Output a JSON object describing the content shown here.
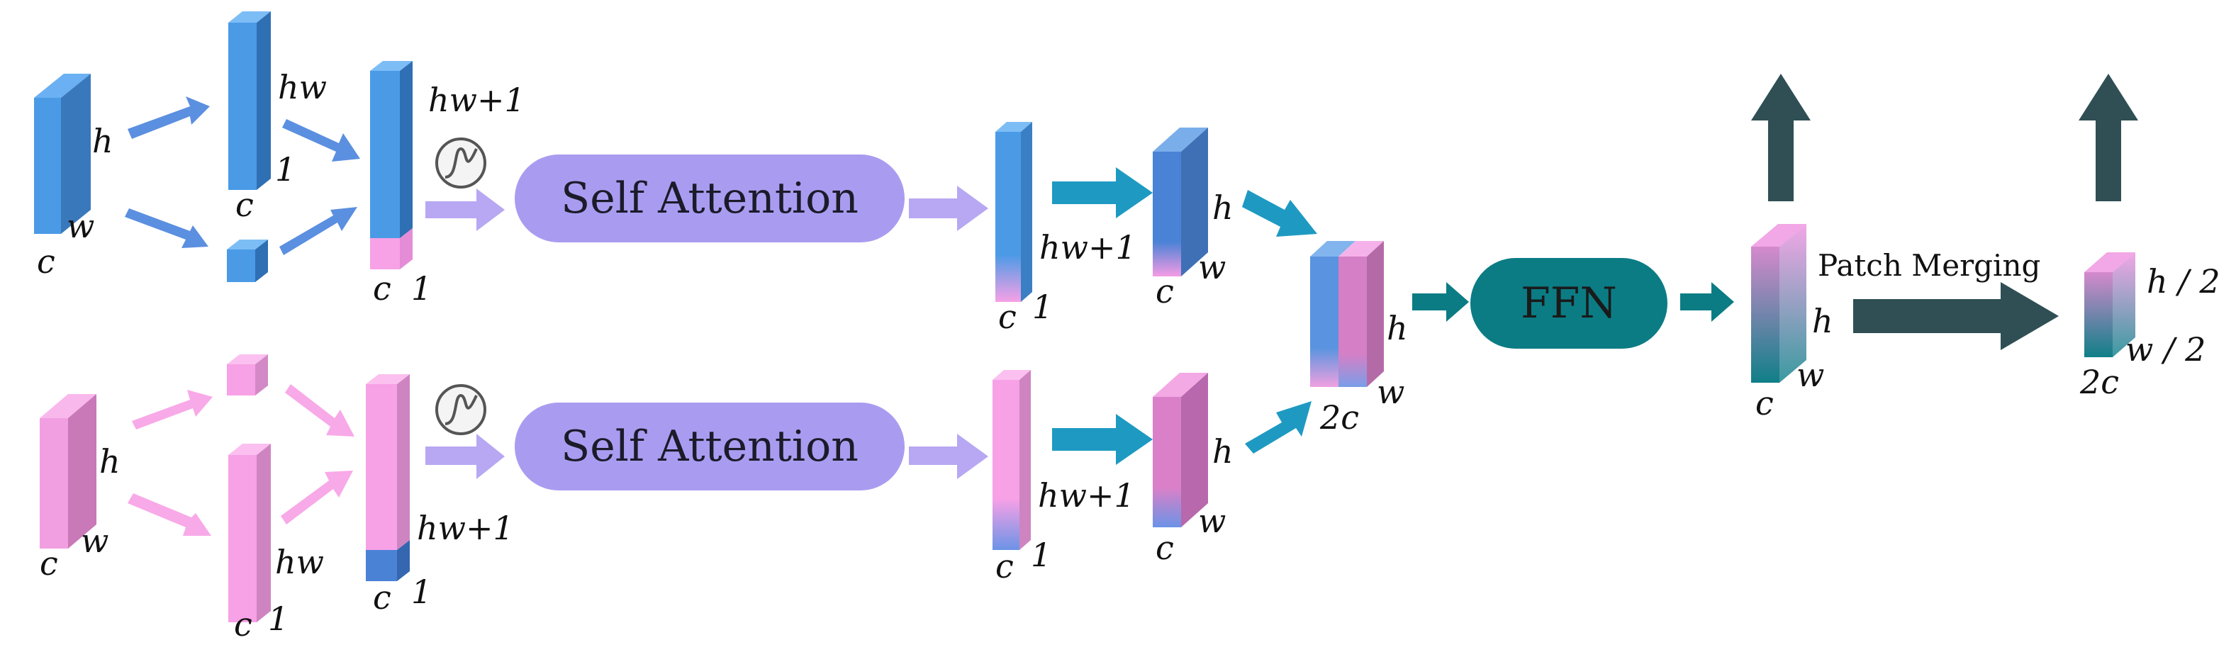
{
  "colors": {
    "blue": "#4a9ae6",
    "blue_dark": "#3a7fc4",
    "pink": "#f7a1e6",
    "purple": "#a99cf0",
    "teal": "#0b7c84",
    "slate": "#2f4f54"
  },
  "labels": {
    "c": "c",
    "w": "w",
    "h": "h",
    "one": "1",
    "hw": "hw",
    "hw1": "hw+1",
    "two_c": "2c",
    "h2": "h / 2",
    "w2": "w / 2"
  },
  "blocks": {
    "self_attention_top": "Self Attention",
    "self_attention_bottom": "Self Attention",
    "ffn": "FFN",
    "patch_merging": "Patch Merging"
  },
  "icons": [
    "sigmoid-icon"
  ]
}
